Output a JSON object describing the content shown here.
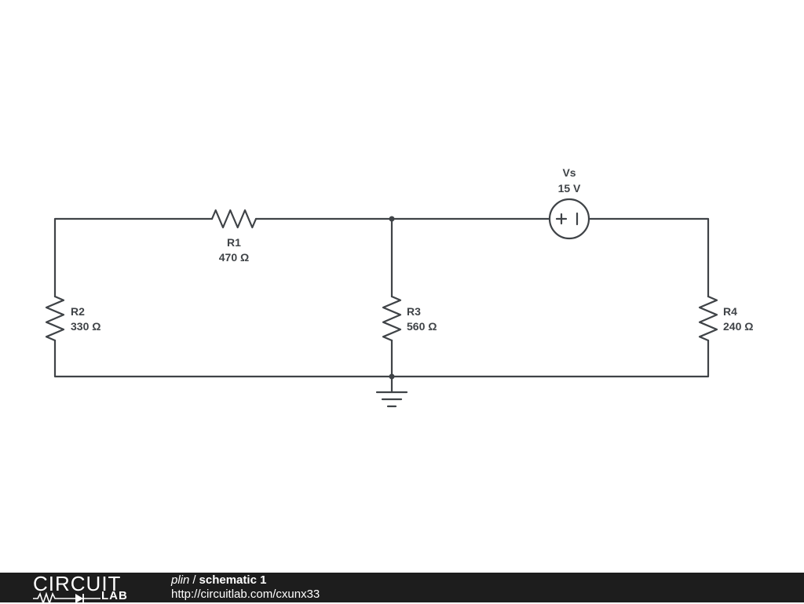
{
  "components": {
    "R1": {
      "name": "R1",
      "value": "470 Ω"
    },
    "R2": {
      "name": "R2",
      "value": "330 Ω"
    },
    "R3": {
      "name": "R3",
      "value": "560 Ω"
    },
    "R4": {
      "name": "R4",
      "value": "240 Ω"
    },
    "Vs": {
      "name": "Vs",
      "value": "15 V"
    }
  },
  "footer": {
    "logo_top": "CIRCUIT",
    "logo_bottom": "LAB",
    "author": "plin",
    "separator": "/",
    "title": "schematic 1",
    "url": "http://circuitlab.com/cxunx33"
  },
  "colors": {
    "wire": "#3f4347",
    "footer_bg": "#1d1d1d",
    "footer_text": "#ffffff"
  }
}
